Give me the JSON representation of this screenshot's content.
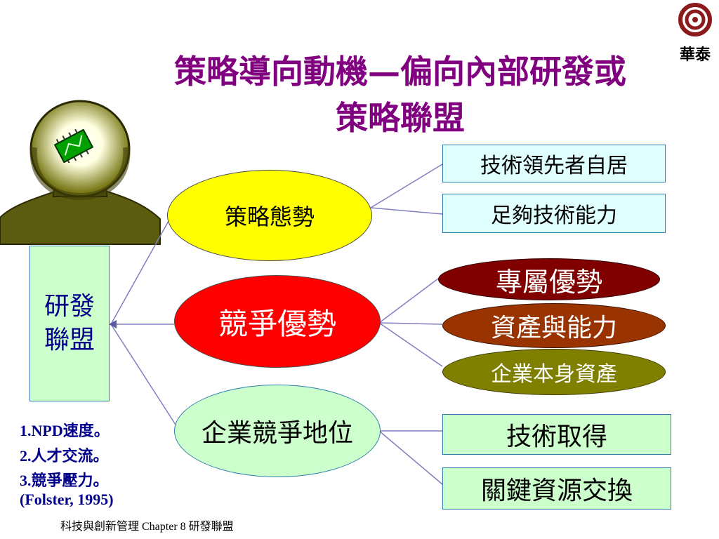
{
  "logo": {
    "text": "華泰"
  },
  "title": {
    "line1": "策略導向動機—偏向內部研發或",
    "line2": "策略聯盟"
  },
  "left_box": {
    "line1": "研發",
    "line2": "聯盟"
  },
  "ellipses": [
    {
      "label": "策略態勢"
    },
    {
      "label": "競爭優勢"
    },
    {
      "label": "企業競爭地位"
    }
  ],
  "right_items": [
    {
      "label": "技術領先者自居"
    },
    {
      "label": "足夠技術能力"
    },
    {
      "label": "專屬優勢"
    },
    {
      "label": "資產與能力"
    },
    {
      "label": "企業本身資產"
    },
    {
      "label": "技術取得"
    },
    {
      "label": "關鍵資源交換"
    }
  ],
  "notes": {
    "item1": "1.NPD速度。",
    "item2": "2.人才交流。",
    "item3": "3.競爭壓力。",
    "citation": "(Folster, 1995)"
  },
  "footer": {
    "text": "科技與創新管理   Chapter 8  研發聯盟"
  },
  "colors": {
    "title": "#800080",
    "ellipse_yellow": "#ffff00",
    "ellipse_red": "#ff0000",
    "ellipse_green": "#ccffcc",
    "maroon": "#800000",
    "rust": "#993300",
    "olive": "#808000",
    "light_cyan": "#e0ffff"
  },
  "icons": [
    "logo-swirl-icon",
    "head-silhouette-icon",
    "chip-icon"
  ]
}
